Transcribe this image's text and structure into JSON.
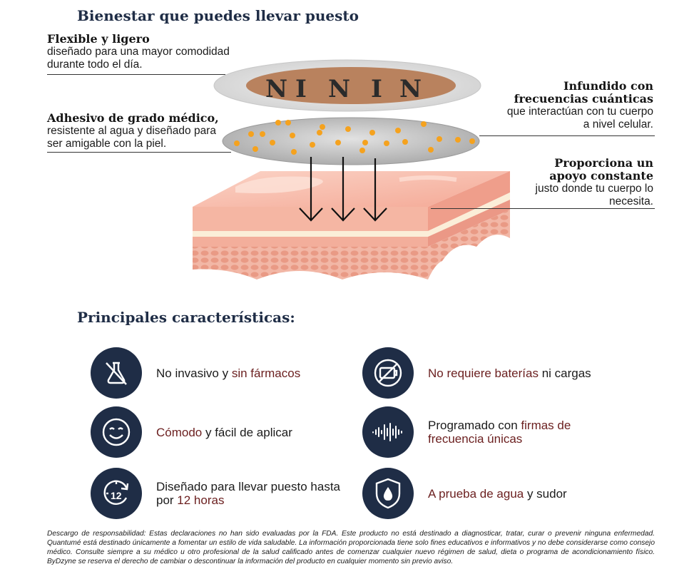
{
  "title": "Bienestar que puedes llevar puesto",
  "callouts": {
    "flexible": {
      "head": "Flexible y ligero",
      "body": "diseñado para una mayor comodidad durante todo el día."
    },
    "adhesivo": {
      "head": "Adhesivo de grado médico,",
      "body": "resistente al agua y diseñado para ser amigable con la piel."
    },
    "infundido": {
      "head": "Infundido con frecuencias cuánticas",
      "body": "que interactúan con tu cuerpo a nivel celular."
    },
    "apoyo": {
      "head": "Proporciona un apoyo constante",
      "body": "justo donde tu cuerpo lo necesita."
    }
  },
  "patch_logo": {
    "letters": [
      "N",
      "I",
      "N",
      "I",
      "N"
    ]
  },
  "subtitle": "Principales características:",
  "features": [
    {
      "icon": "no-drugs-icon",
      "pre": "No invasivo y ",
      "accent": "sin fármacos",
      "post": ""
    },
    {
      "icon": "no-battery-icon",
      "pre": "",
      "accent": "No requiere baterías",
      "post": " ni cargas"
    },
    {
      "icon": "smile-icon",
      "pre": "",
      "accent": "Cómodo",
      "post": " y fácil de aplicar"
    },
    {
      "icon": "waveform-icon",
      "pre": "Programado con ",
      "accent": "firmas de frecuencia únicas",
      "post": ""
    },
    {
      "icon": "clock-12-icon",
      "pre": "Diseñado para llevar puesto hasta por ",
      "accent": "12 horas",
      "post": ""
    },
    {
      "icon": "water-shield-icon",
      "pre": "",
      "accent": "A prueba de agua",
      "post": " y sudor"
    }
  ],
  "clock_label": "12",
  "disclaimer": "Descargo de responsabilidad: Estas declaraciones no han sido evaluadas por la FDA. Este producto no está destinado a diagnosticar, tratar, curar o prevenir ninguna enfermedad. Quantumé está destinado únicamente a fomentar un estilo de vida saludable. La información proporcionada tiene solo fines educativos e informativos y no debe considerarse como consejo médico. Consulte siempre a su médico u otro profesional de la salud calificado antes de comenzar cualquier nuevo régimen de salud, dieta o programa de acondicionamiento físico. ByDzyne se reserva el derecho de cambiar o descontinuar la información del producto en cualquier momento sin previo aviso.",
  "colors": {
    "navy": "#1f2d46",
    "accent": "#6b1f1f",
    "copper": "#b9825e",
    "dot": "#f5a21e",
    "skin": "#f2a998"
  }
}
